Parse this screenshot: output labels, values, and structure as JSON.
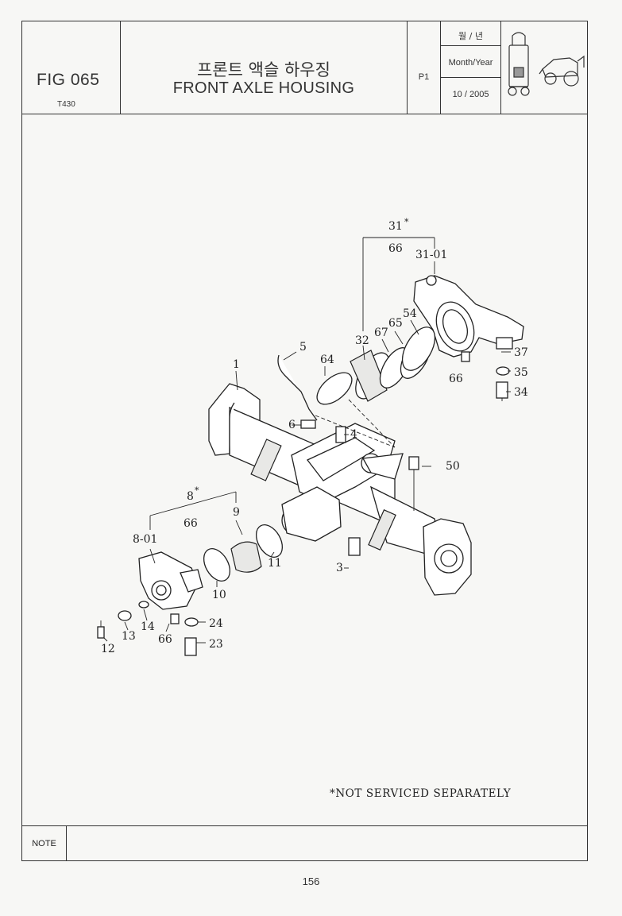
{
  "header": {
    "fig_number": "FIG 065",
    "model": "T430",
    "title_ko": "프론트 액슬 하우징",
    "title_en": "FRONT AXLE HOUSING",
    "page_code": "P1",
    "date_label_ko": "월 / 년",
    "date_label_en": "Month/Year",
    "date_value": "10 / 2005",
    "icon": "tractor-loader-icon"
  },
  "diagram": {
    "callouts": {
      "p1": "1",
      "p3": "3",
      "p4": "4",
      "p5": "5",
      "p6": "6",
      "p8": "8",
      "p8_star": "*",
      "p8_66": "66",
      "p8_01": "8-01",
      "p9": "9",
      "p10": "10",
      "p11": "11",
      "p12": "12",
      "p13": "13",
      "p14": "14",
      "p23": "23",
      "p24": "24",
      "p31": "31",
      "p31_star": "*",
      "p31_66": "66",
      "p31_01": "31-01",
      "p32": "32",
      "p34": "34",
      "p35": "35",
      "p37": "37",
      "p50": "50",
      "p54": "54",
      "p64": "64",
      "p65": "65",
      "p66a": "66",
      "p66b": "66",
      "p67": "67"
    },
    "footnote": "*NOT SERVICED SEPARATELY"
  },
  "footer": {
    "note_label": "NOTE",
    "page_number": "156"
  }
}
